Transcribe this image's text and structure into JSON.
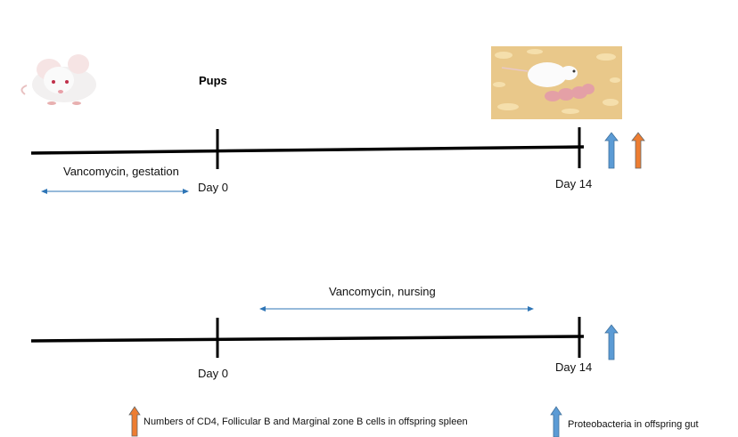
{
  "title": "Pups",
  "timeline_top": {
    "treatment": "Vancomycin, gestation",
    "start_label": "Day 0",
    "end_label": "Day 14"
  },
  "timeline_bottom": {
    "treatment": "Vancomycin, nursing",
    "start_label": "Day 0",
    "end_label": "Day 14"
  },
  "legend": {
    "orange": "Numbers of CD4, Follicular B and Marginal zone B cells in offspring spleen",
    "blue": "Proteobacteria in offspring gut"
  },
  "colors": {
    "blue_arrow": "#5b9bd5",
    "orange_arrow": "#ed7d31",
    "range_arrow": "#2e75b6"
  }
}
